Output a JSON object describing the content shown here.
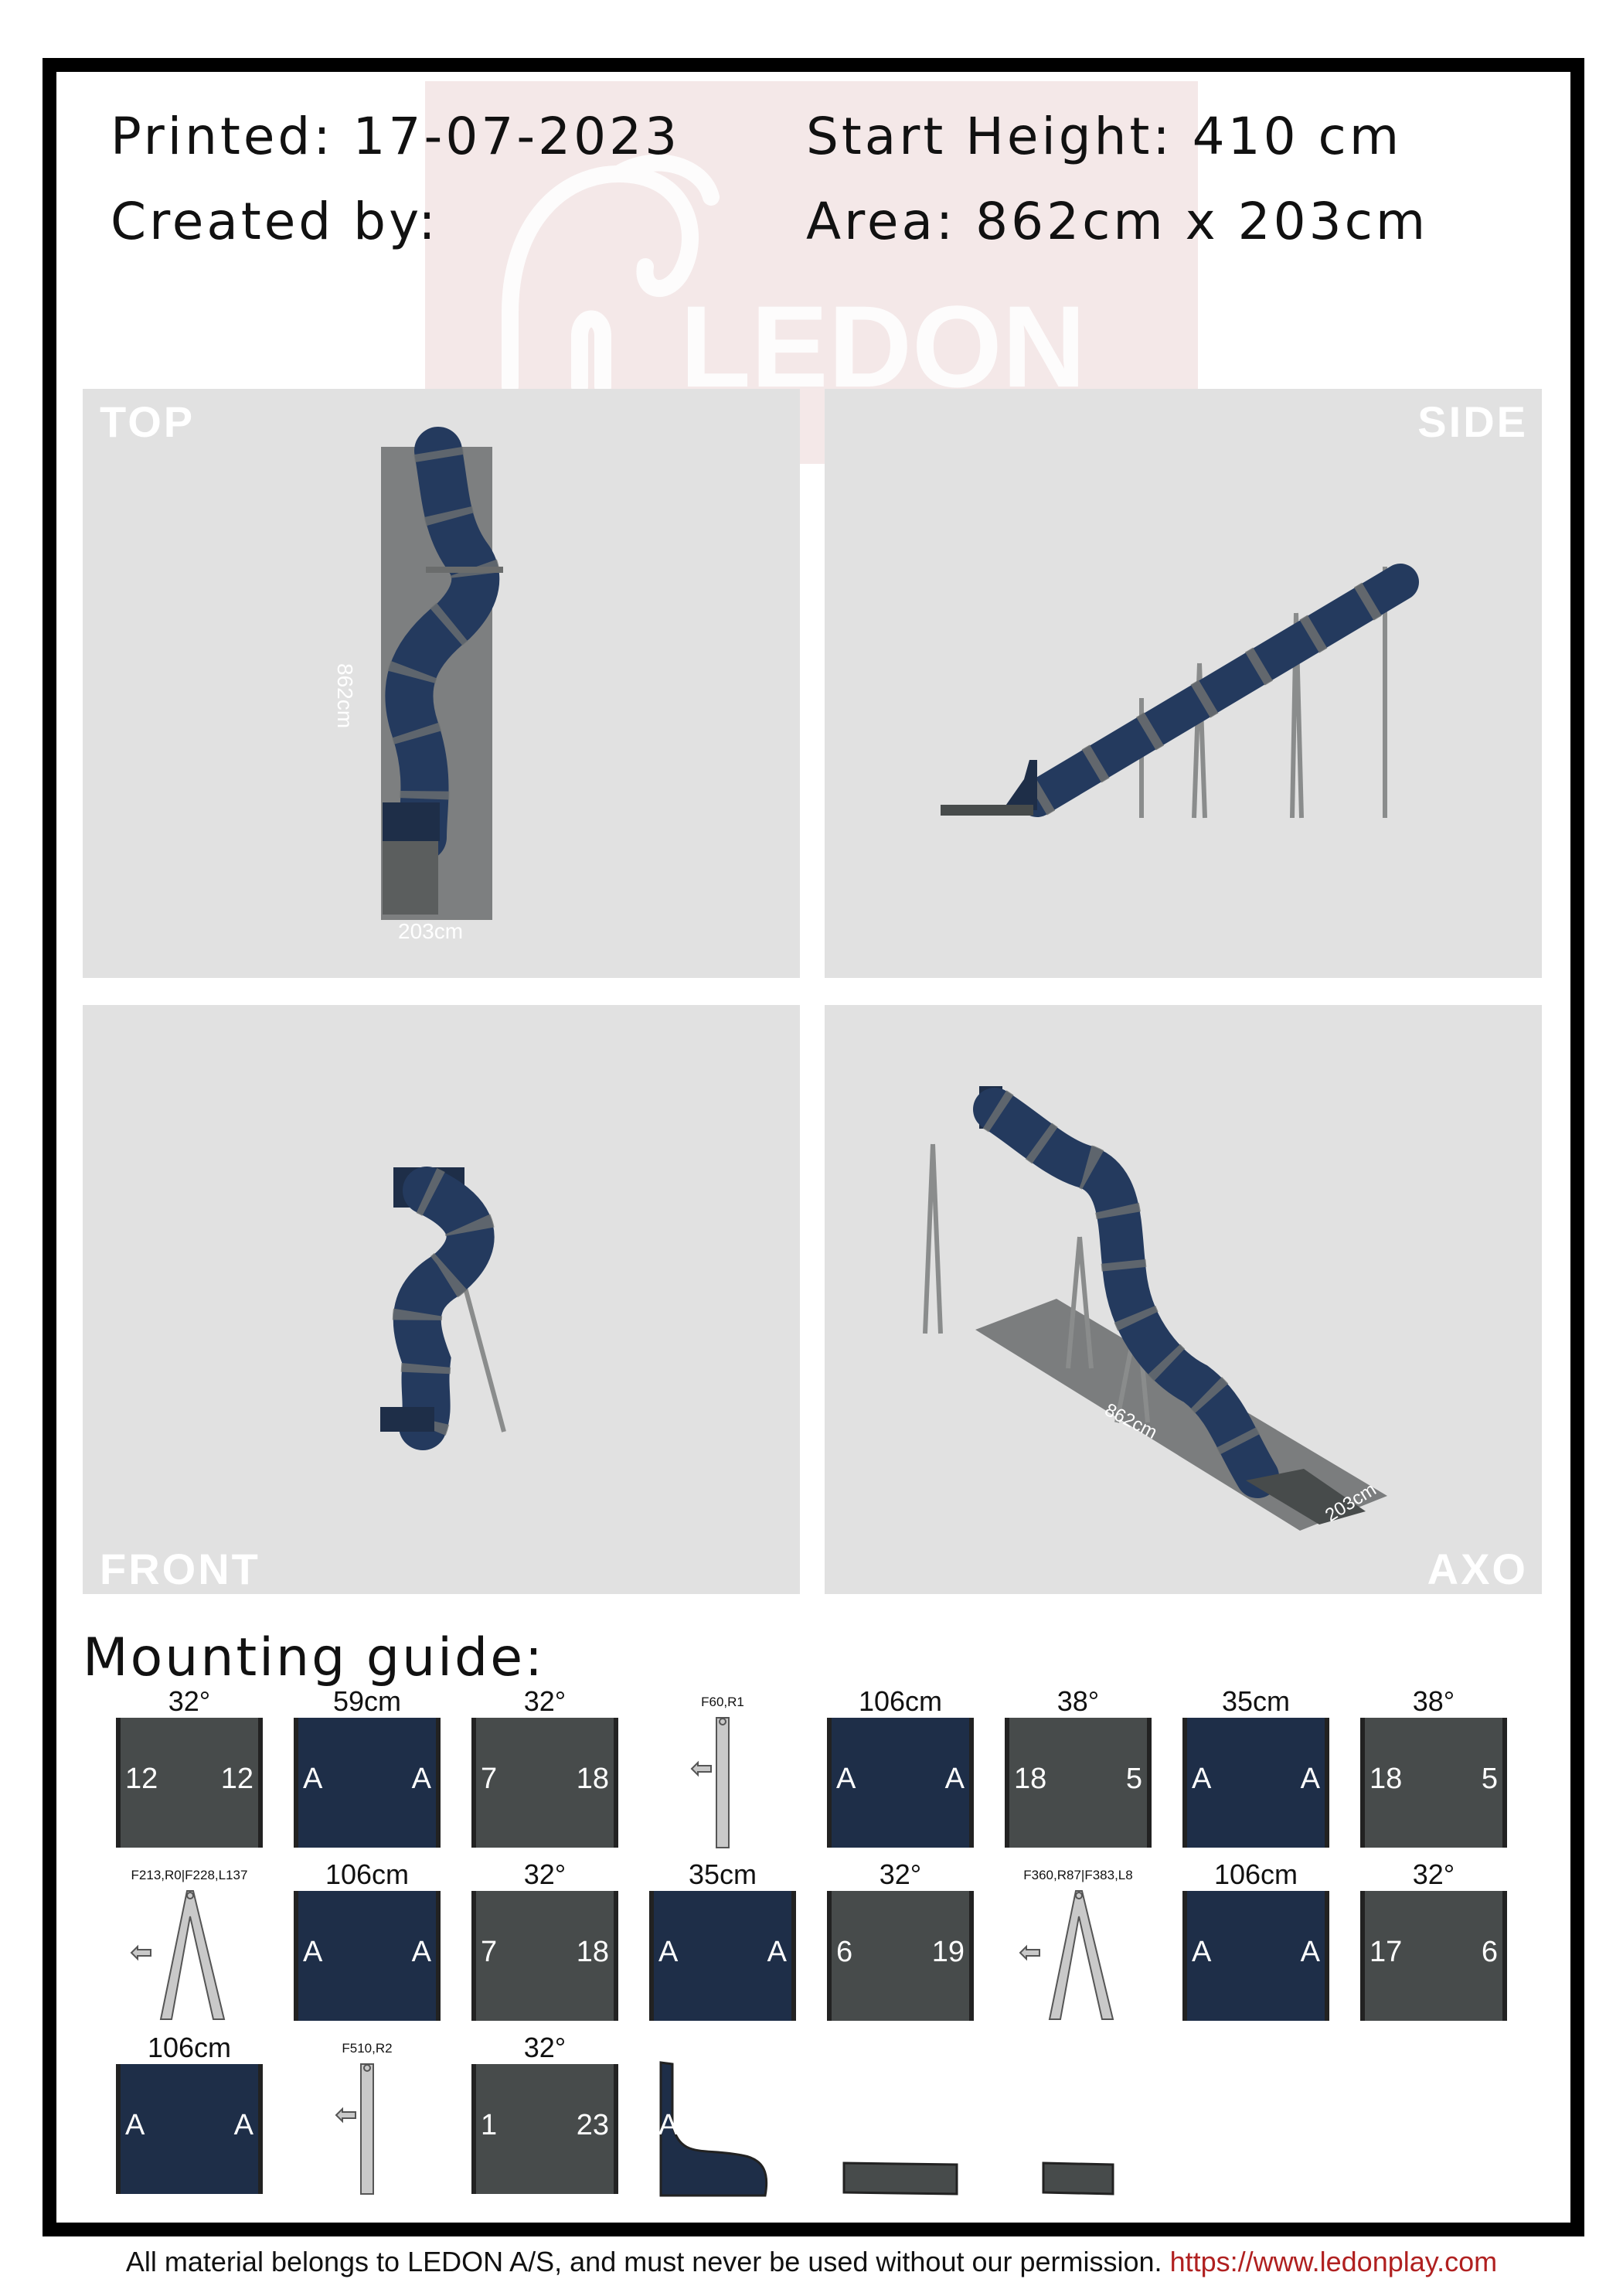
{
  "header": {
    "printed": "Printed: 17-07-2023",
    "created_by": "Created by:",
    "start_height": "Start Height: 410 cm",
    "area": "Area: 862cm x 203cm",
    "watermark_logo": "LEDON"
  },
  "views": {
    "top": {
      "label": "TOP",
      "length_dim": "862cm",
      "width_dim": "203cm"
    },
    "side": {
      "label": "SIDE"
    },
    "front": {
      "label": "FRONT"
    },
    "axo": {
      "label": "AXO",
      "length_dim": "862cm",
      "width_dim": "203cm"
    }
  },
  "mounting_guide": {
    "title": "Mounting guide:",
    "row1": [
      {
        "type": "tube",
        "color": "grey",
        "caption": "32°",
        "left": "12",
        "right": "12"
      },
      {
        "type": "tube",
        "color": "dark",
        "caption": "59cm",
        "left": "A",
        "right": "A"
      },
      {
        "type": "tube",
        "color": "grey",
        "caption": "32°",
        "left": "7",
        "right": "18"
      },
      {
        "type": "post",
        "caption": "F60,R1"
      },
      {
        "type": "tube",
        "color": "dark",
        "caption": "106cm",
        "left": "A",
        "right": "A"
      },
      {
        "type": "tube",
        "color": "grey",
        "caption": "38°",
        "left": "18",
        "right": "5"
      },
      {
        "type": "tube",
        "color": "dark",
        "caption": "35cm",
        "left": "A",
        "right": "A"
      },
      {
        "type": "tube",
        "color": "grey",
        "caption": "38°",
        "left": "18",
        "right": "5"
      }
    ],
    "row2": [
      {
        "type": "apost",
        "caption": "F213,R0|F228,L137"
      },
      {
        "type": "tube",
        "color": "dark",
        "caption": "106cm",
        "left": "A",
        "right": "A"
      },
      {
        "type": "tube",
        "color": "grey",
        "caption": "32°",
        "left": "7",
        "right": "18"
      },
      {
        "type": "tube",
        "color": "dark",
        "caption": "35cm",
        "left": "A",
        "right": "A"
      },
      {
        "type": "tube",
        "color": "grey",
        "caption": "32°",
        "left": "6",
        "right": "19"
      },
      {
        "type": "apost",
        "caption": "F360,R87|F383,L8"
      },
      {
        "type": "tube",
        "color": "dark",
        "caption": "106cm",
        "left": "A",
        "right": "A"
      },
      {
        "type": "tube",
        "color": "grey",
        "caption": "32°",
        "left": "17",
        "right": "6"
      }
    ],
    "row3": [
      {
        "type": "tube",
        "color": "dark",
        "caption": "106cm",
        "left": "A",
        "right": "A"
      },
      {
        "type": "post",
        "caption": "F510,R2"
      },
      {
        "type": "tube",
        "color": "grey",
        "caption": "32°",
        "left": "1",
        "right": "23"
      },
      {
        "type": "exit",
        "caption": "",
        "left": "A"
      },
      {
        "type": "pad",
        "caption": ""
      },
      {
        "type": "pad-small",
        "caption": ""
      }
    ]
  },
  "footer": {
    "text": "All material belongs to LEDON A/S, and must never be used without our permission.",
    "link": "https://www.ledonplay.com"
  },
  "colors": {
    "tube_dark": "#1e2e48",
    "tube_grey": "#474b4b",
    "view_bg": "#e1e1e1",
    "link": "#b02020"
  }
}
